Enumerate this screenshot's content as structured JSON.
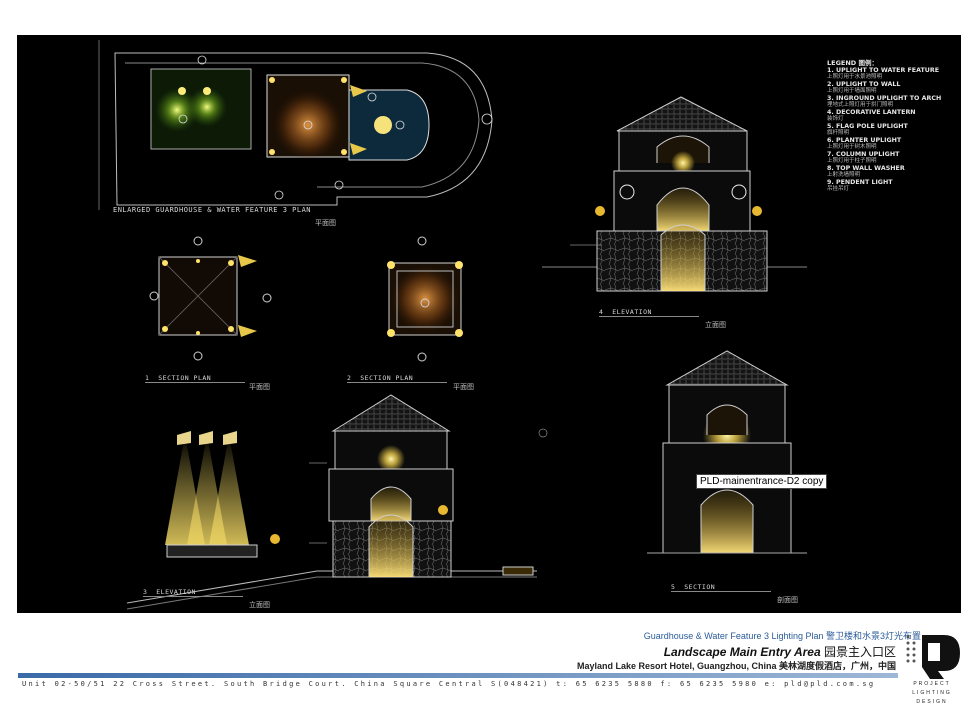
{
  "drawing": {
    "plan_label": "ENLARGED GUARDHOUSE & WATER FEATURE 3 PLAN",
    "plan_label_cn": "平面图",
    "section_plan_1": "SECTION PLAN",
    "section_plan_1_num": "1",
    "section_plan_1_cn": "平面图",
    "section_plan_2": "SECTION PLAN",
    "section_plan_2_num": "2",
    "section_plan_2_cn": "平面图",
    "elevation_1": "ELEVATION",
    "elevation_1_num": "4",
    "elevation_1_cn": "立面图",
    "elevation_2": "ELEVATION",
    "elevation_2_num": "3",
    "elevation_2_cn": "立面图",
    "section": "SECTION",
    "section_num": "5",
    "section_cn": "剖面图"
  },
  "legend": {
    "title": "LEGEND 图例：",
    "items": [
      {
        "en": "1.  UPLIGHT TO WATER FEATURE",
        "cn": "上照灯用于水景池照明"
      },
      {
        "en": "2.  UPLIGHT TO WALL",
        "cn": "上照灯用于墙面照明"
      },
      {
        "en": "3.  INGROUND UPLIGHT TO ARCH",
        "cn": "埋地式上照灯用于拱门照明"
      },
      {
        "en": "4.  DECORATIVE LANTERN",
        "cn": "装饰灯"
      },
      {
        "en": "5.  FLAG POLE UPLIGHT",
        "cn": "旗杆照明"
      },
      {
        "en": "6.  PLANTER UPLIGHT",
        "cn": "上照灯用于树木照明"
      },
      {
        "en": "7.  COLUMN UPLIGHT",
        "cn": "上照灯用于柱子照明"
      },
      {
        "en": "8.  TOP WALL WASHER",
        "cn": "上射洗墙照明"
      },
      {
        "en": "9.  PENDENT LIGHT",
        "cn": "吊挂吊灯"
      }
    ]
  },
  "tooltip": "PLD-mainentrance-D2 copy",
  "title_block": {
    "subtitle": "Guardhouse & Water Feature 3 Lighting Plan  警卫楼和水景3灯光布置",
    "main_title_en": "Landscape Main Entry Area",
    "main_title_cn": "  园景主入口区",
    "hotel": "Mayland Lake Resort Hotel, Guangzhou, China  美林湖度假酒店，广州，中国",
    "address": "Unit 02-50/51  22 Cross Street.  South Bridge Court.  China Square Central  S(048421)  t: 65 6235 5880  f: 65 6235 5980  e: pld@pld.com.sg",
    "logo_text": "PROJECT LIGHTING DESIGN",
    "colors": {
      "accent": "#2b5c9a",
      "cad_background": "#000000",
      "light_glow": "#e8c84a"
    }
  }
}
